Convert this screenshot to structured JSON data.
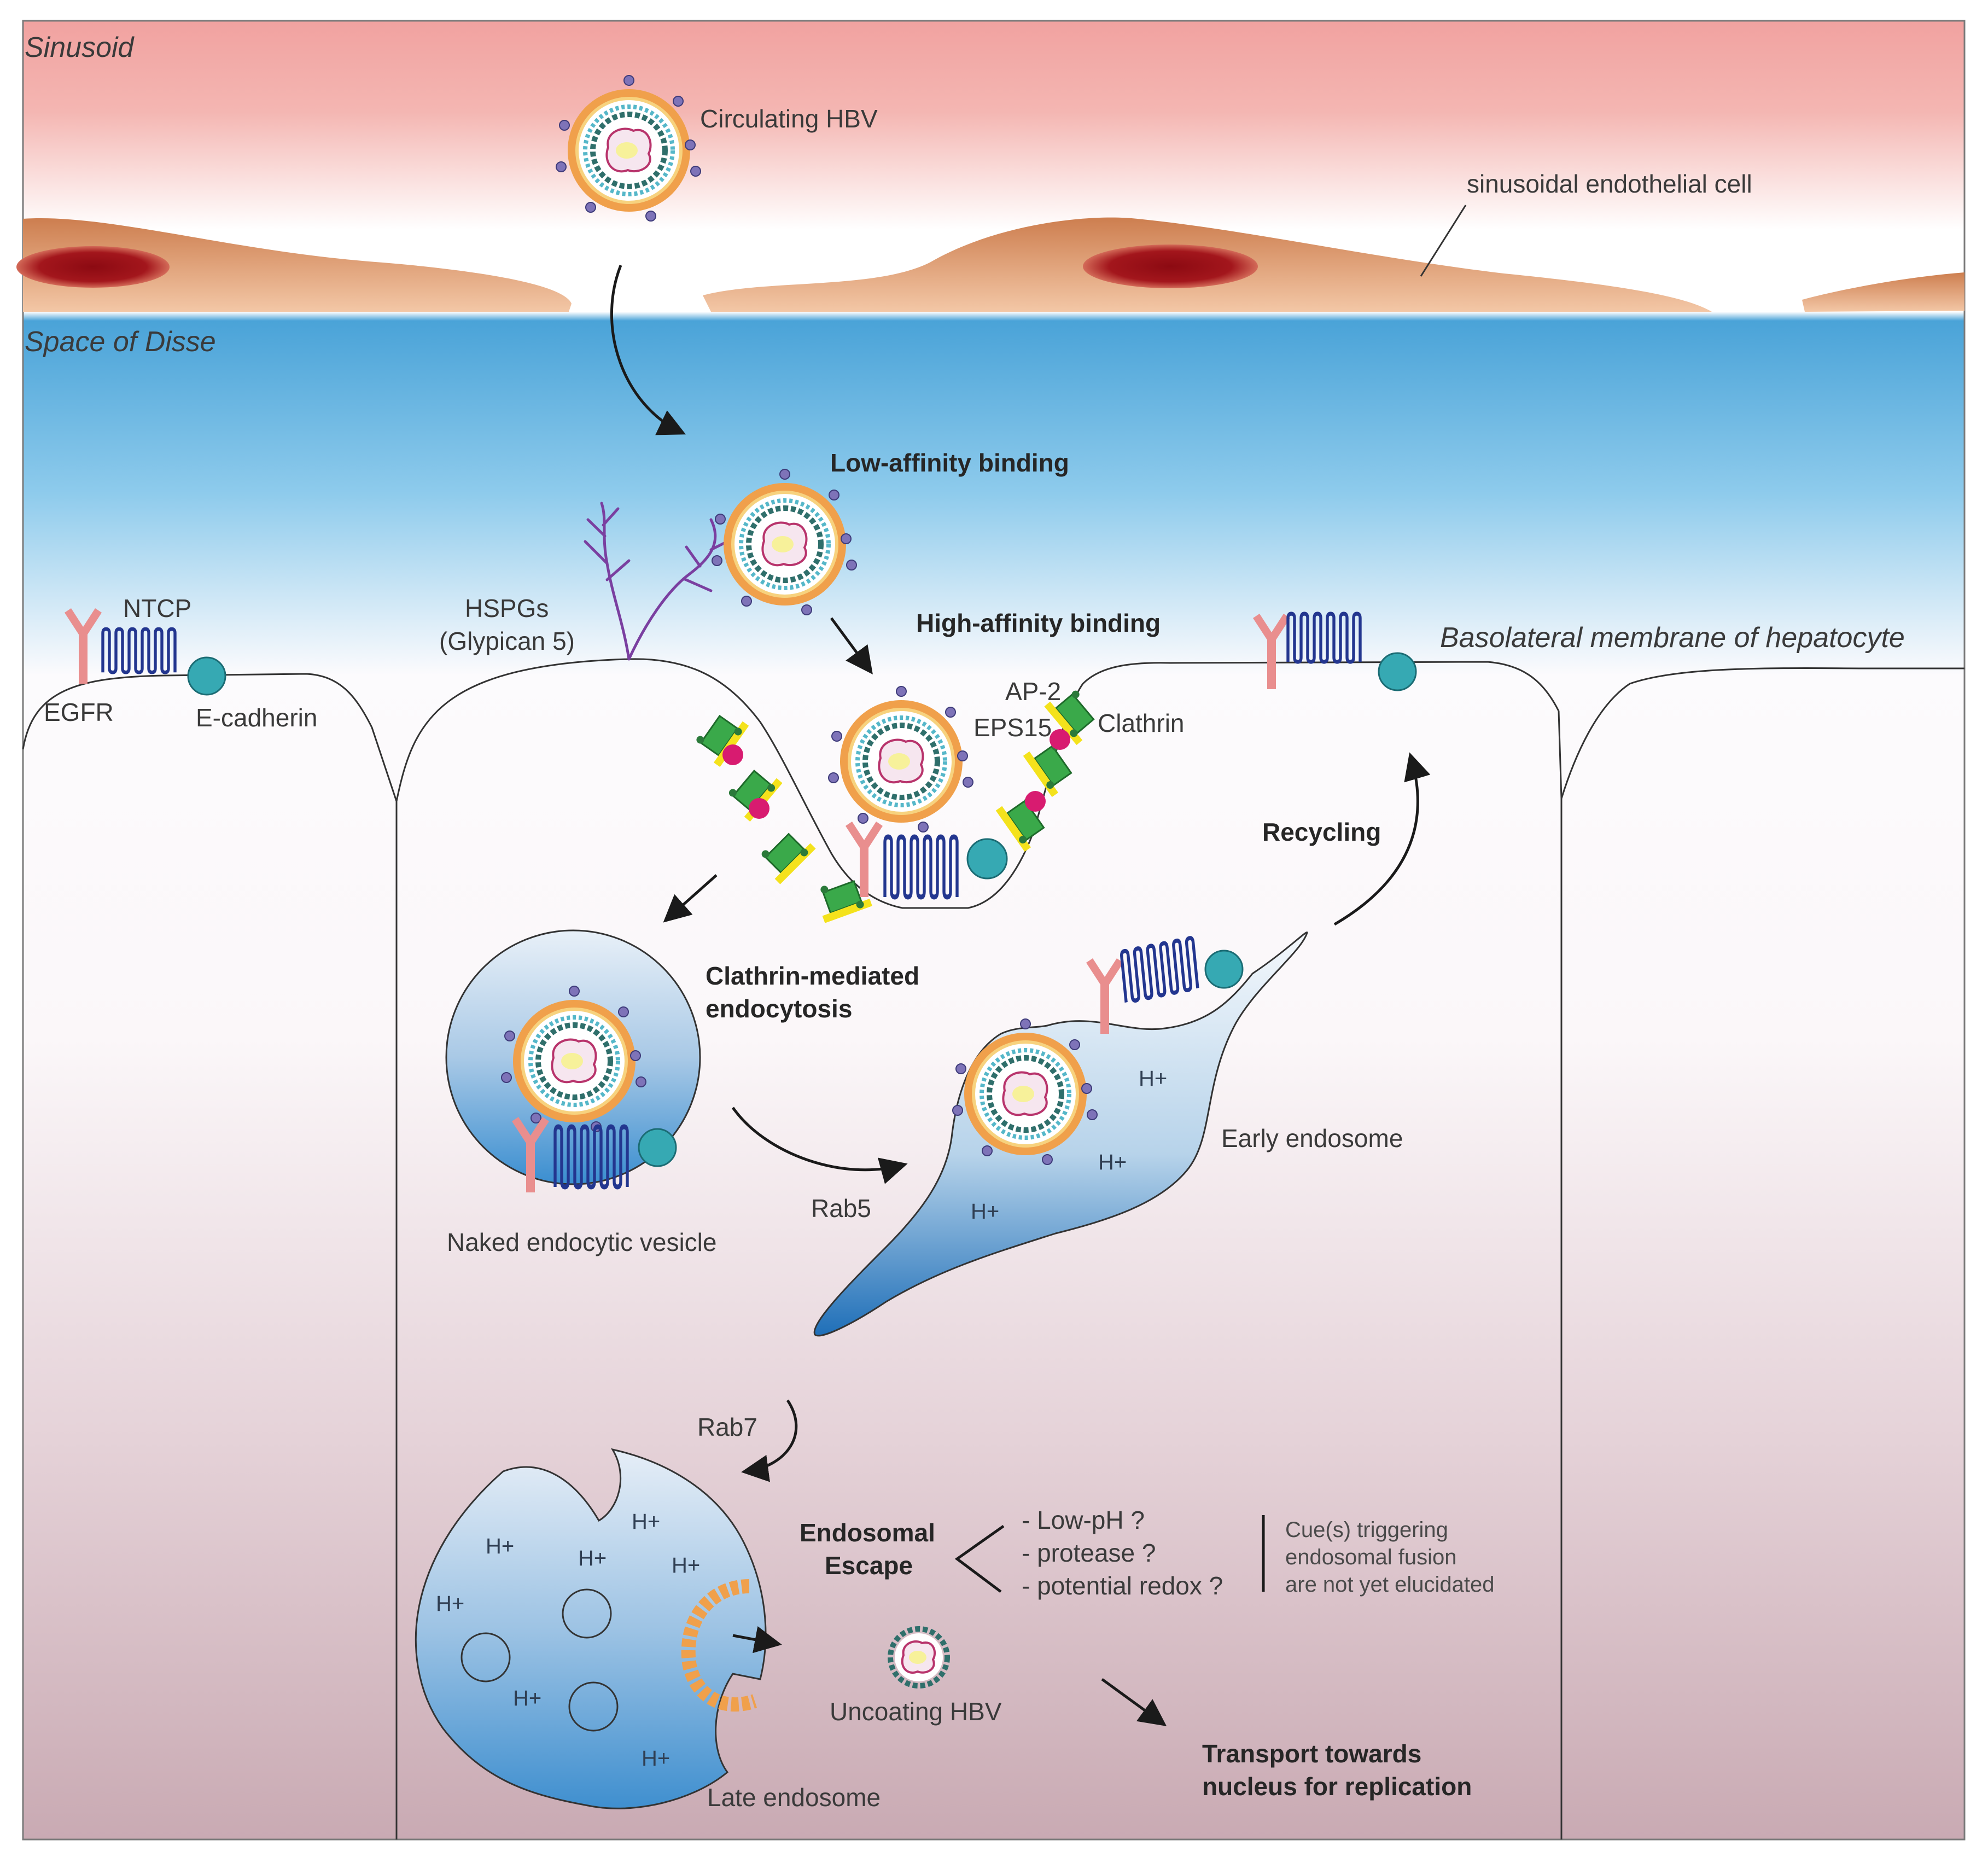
{
  "regions": {
    "sinusoid": "Sinusoid",
    "space_of_disse": "Space of Disse",
    "basolateral": "Basolateral membrane of hepatocyte"
  },
  "labels": {
    "circulating_hbv": "Circulating HBV",
    "endothelial_cell": "sinusoidal endothelial cell",
    "low_affinity": "Low-affinity binding",
    "high_affinity": "High-affinity binding",
    "hspgs_line1": "HSPGs",
    "hspgs_line2": "(Glypican 5)",
    "ntcp": "NTCP",
    "egfr": "EGFR",
    "ecadherin": "E-cadherin",
    "ap2": "AP-2",
    "eps15": "EPS15",
    "clathrin": "Clathrin",
    "recycling": "Recycling",
    "cme_line1": "Clathrin-mediated",
    "cme_line2": "endocytosis",
    "naked_vesicle": "Naked endocytic vesicle",
    "rab5": "Rab5",
    "early_endosome": "Early endosome",
    "rab7": "Rab7",
    "late_endosome": "Late endosome",
    "escape_line1": "Endosomal",
    "escape_line2": "Escape",
    "cue_low_ph": "- Low-pH ?",
    "cue_protease": "- protease ?",
    "cue_redox": "- potential redox ?",
    "note_line1": "Cue(s) triggering",
    "note_line2": "endosomal fusion",
    "note_line3": "are not yet elucidated",
    "uncoating": "Uncoating HBV",
    "transport_line1": "Transport towards",
    "transport_line2": "nucleus for replication",
    "proton": "H+"
  },
  "colors": {
    "sinusoid_top": "#f1a2a0",
    "disse_blue": "#4aa3d8",
    "endothelial": "#d48b5b",
    "nucleus_red": "#a1151b",
    "ntcp_blue": "#23368f",
    "egfr_pink": "#e98e8e",
    "ecadherin_teal": "#36a9b3",
    "hbv_orange": "#f0a04b",
    "clathrin_green": "#3aa94a",
    "ap2_magenta": "#d81b70",
    "eps15_yellow": "#f4e21c",
    "hspg_purple": "#7a3fa0"
  },
  "icons": [
    "hbv-virion",
    "ntcp-transporter",
    "egfr-receptor",
    "e-cadherin",
    "clathrin-adaptor",
    "hspg-glypican",
    "capsid"
  ]
}
